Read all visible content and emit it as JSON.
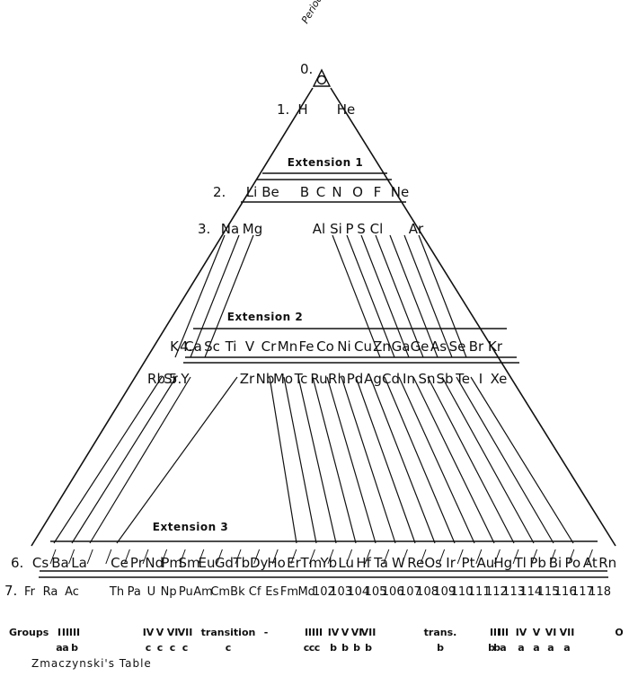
{
  "periods_label": "Periods",
  "caption": "Zmaczynski's Table",
  "extensions": [
    "Extension 1",
    "Extension 2",
    "Extension 3"
  ],
  "rows": [
    {
      "label": "0.",
      "elements": []
    },
    {
      "label": "1.",
      "elements": [
        "H",
        "He"
      ]
    },
    {
      "label": "2.",
      "elements": [
        "Li",
        "Be",
        "B",
        "C",
        "N",
        "O",
        "F",
        "Ne"
      ]
    },
    {
      "label": "3.",
      "elements": [
        "Na",
        "Mg",
        "Al",
        "Si",
        "P",
        "S",
        "Cl",
        "Ar"
      ]
    },
    {
      "label": "4.",
      "elements": [
        "K",
        "Ca",
        "Sc",
        "Ti",
        "V",
        "Cr",
        "Mn",
        "Fe",
        "Co",
        "Ni",
        "Cu",
        "Zn",
        "Ga",
        "Ge",
        "As",
        "Se",
        "Br",
        "Kr"
      ]
    },
    {
      "label": "5.",
      "elements": [
        "Rb",
        "Sr",
        "Y",
        "Zr",
        "Nb",
        "Mo",
        "Tc",
        "Ru",
        "Rh",
        "Pd",
        "Ag",
        "Cd",
        "In",
        "Sn",
        "Sb",
        "Te",
        "I",
        "Xe"
      ]
    },
    {
      "label": "6.",
      "elements": [
        "Cs",
        "Ba",
        "La",
        "Ce",
        "Pr",
        "Nd",
        "Pm",
        "Sm",
        "Eu",
        "Gd",
        "Tb",
        "Dy",
        "Ho",
        "Er",
        "Tm",
        "Yb",
        "Lu",
        "Hf",
        "Ta",
        "W",
        "Re",
        "Os",
        "Ir",
        "Pt",
        "Au",
        "Hg",
        "Tl",
        "Pb",
        "Bi",
        "Po",
        "At",
        "Rn"
      ]
    },
    {
      "label": "7.",
      "elements": [
        "Fr",
        "Ra",
        "Ac",
        "Th",
        "Pa",
        "U",
        "Np",
        "Pu",
        "Am",
        "Cm",
        "Bk",
        "Cf",
        "Es",
        "Fm",
        "Md",
        "102",
        "103",
        "104",
        "105",
        "106",
        "107",
        "108",
        "109",
        "110",
        "111",
        "112",
        "113",
        "114",
        "115",
        "116",
        "117",
        "118"
      ]
    }
  ],
  "groups": {
    "label": "Groups",
    "cells": [
      {
        "top": "I",
        "bottom": "a"
      },
      {
        "top": "II",
        "bottom": "a"
      },
      {
        "top": "III",
        "bottom": "b"
      },
      {
        "top": "IV",
        "bottom": "c"
      },
      {
        "top": "V",
        "bottom": "c"
      },
      {
        "top": "VI",
        "bottom": "c"
      },
      {
        "top": "VII",
        "bottom": "c"
      },
      {
        "top": "transition",
        "bottom": "c"
      },
      {
        "top": "-",
        "bottom": ""
      },
      {
        "top": "I",
        "bottom": "c"
      },
      {
        "top": "II",
        "bottom": "c"
      },
      {
        "top": "III",
        "bottom": "c"
      },
      {
        "top": "IV",
        "bottom": "b"
      },
      {
        "top": "V",
        "bottom": "b"
      },
      {
        "top": "VI",
        "bottom": "b"
      },
      {
        "top": "VII",
        "bottom": "b"
      },
      {
        "top": "trans.",
        "bottom": "b"
      },
      {
        "top": "I",
        "bottom": "b"
      },
      {
        "top": "II",
        "bottom": "b"
      },
      {
        "top": "III",
        "bottom": "a"
      },
      {
        "top": "IV",
        "bottom": "a"
      },
      {
        "top": "V",
        "bottom": "a"
      },
      {
        "top": "VI",
        "bottom": "a"
      },
      {
        "top": "VII",
        "bottom": "a"
      },
      {
        "top": "O",
        "bottom": ""
      }
    ]
  }
}
